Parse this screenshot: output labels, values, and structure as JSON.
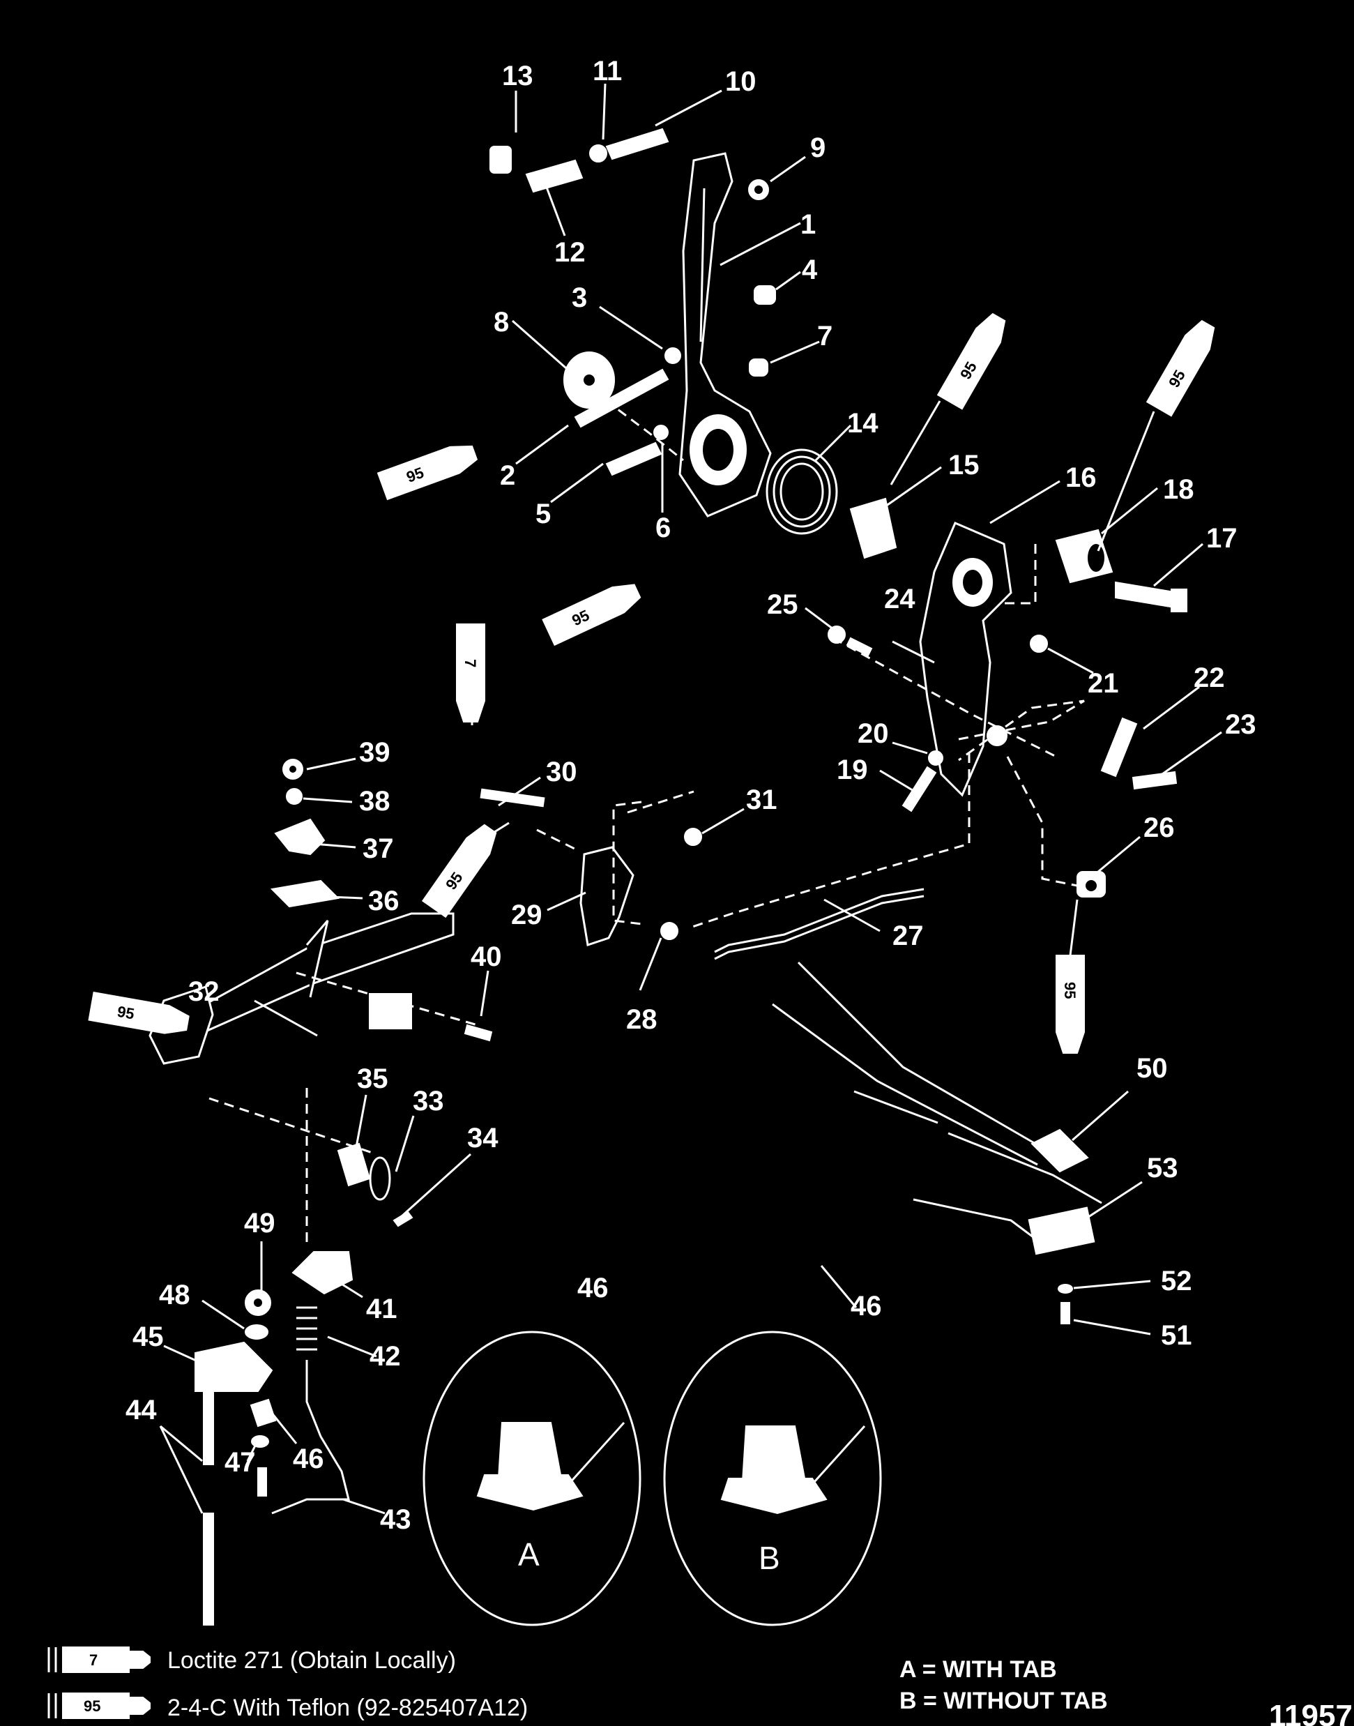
{
  "part_numbers": [
    "1",
    "2",
    "3",
    "4",
    "5",
    "6",
    "7",
    "8",
    "9",
    "10",
    "11",
    "12",
    "13",
    "14",
    "15",
    "16",
    "17",
    "18",
    "19",
    "20",
    "21",
    "22",
    "23",
    "24",
    "25",
    "26",
    "27",
    "28",
    "29",
    "30",
    "31",
    "32",
    "33",
    "34",
    "35",
    "36",
    "37",
    "38",
    "39",
    "40",
    "41",
    "42",
    "43",
    "44",
    "45",
    "46",
    "47",
    "48",
    "49",
    "50",
    "51",
    "52",
    "53"
  ],
  "callout_46_extra": "46",
  "detail_views": [
    {
      "label": "A",
      "callout": "46"
    },
    {
      "label": "B",
      "callout": "46"
    }
  ],
  "sealant_tubes": {
    "loctite": "7",
    "teflon": "95"
  },
  "legend": {
    "items": [
      {
        "code": "7",
        "text": "Loctite 271 (Obtain Locally)"
      },
      {
        "code": "95",
        "text": "2-4-C  With Teflon (92-825407A12)"
      }
    ],
    "notes": [
      "A = WITH TAB",
      "B = WITHOUT TAB"
    ]
  },
  "document_id": "11957"
}
